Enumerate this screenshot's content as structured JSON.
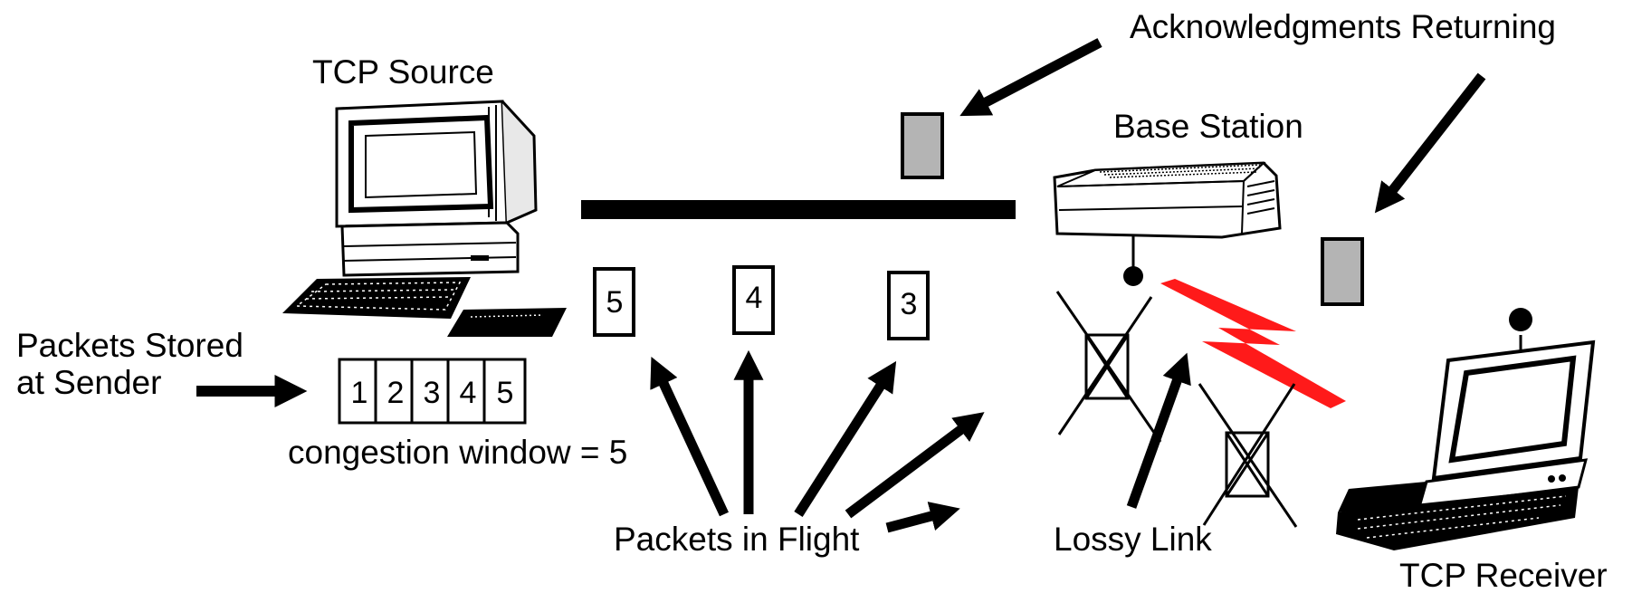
{
  "labels": {
    "tcp_source": "TCP Source",
    "acks_returning": "Acknowledgments Returning",
    "base_station": "Base Station",
    "packets_stored_line1": "Packets Stored",
    "packets_stored_line2": "at Sender",
    "congestion_window": "congestion window = 5",
    "packets_in_flight": "Packets in Flight",
    "lossy_link": "Lossy Link",
    "tcp_receiver": "TCP Receiver"
  },
  "sender_buffer": [
    "1",
    "2",
    "3",
    "4",
    "5"
  ],
  "packets_in_flight": [
    "5",
    "4",
    "3"
  ],
  "colors": {
    "ack_packet": "#b4b4b4",
    "lossy_link_bolt": "#ff1a1a",
    "ink": "#000000"
  }
}
